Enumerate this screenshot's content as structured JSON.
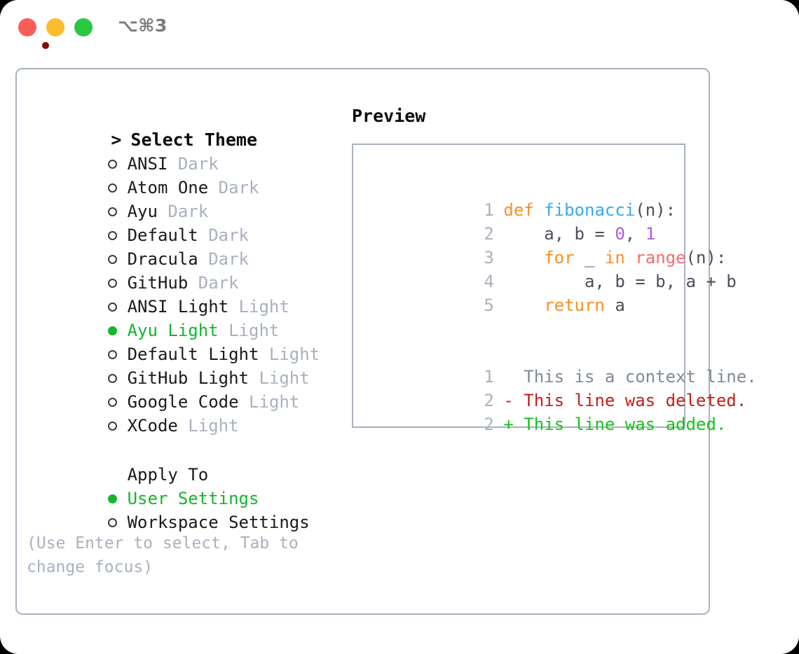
{
  "window": {
    "title": "⌥⌘3",
    "traffic_lights": [
      {
        "name": "close",
        "color": "#fa5e57"
      },
      {
        "name": "minimize",
        "color": "#fdbc2e"
      },
      {
        "name": "maximize",
        "color": "#28c841"
      }
    ]
  },
  "theme_picker": {
    "header_marker": ">",
    "header_label": "Select Theme",
    "items": [
      {
        "marker": "○",
        "label": "ANSI",
        "variant": "Dark",
        "selected": false
      },
      {
        "marker": "○",
        "label": "Atom One",
        "variant": "Dark",
        "selected": false
      },
      {
        "marker": "○",
        "label": "Ayu",
        "variant": "Dark",
        "selected": false
      },
      {
        "marker": "○",
        "label": "Default",
        "variant": "Dark",
        "selected": false
      },
      {
        "marker": "○",
        "label": "Dracula",
        "variant": "Dark",
        "selected": false
      },
      {
        "marker": "○",
        "label": "GitHub",
        "variant": "Dark",
        "selected": false
      },
      {
        "marker": "○",
        "label": "ANSI Light",
        "variant": "Light",
        "selected": false
      },
      {
        "marker": "●",
        "label": "Ayu Light",
        "variant": "Light",
        "selected": true
      },
      {
        "marker": "○",
        "label": "Default Light",
        "variant": "Light",
        "selected": false
      },
      {
        "marker": "○",
        "label": "GitHub Light",
        "variant": "Light",
        "selected": false
      },
      {
        "marker": "○",
        "label": "Google Code",
        "variant": "Light",
        "selected": false
      },
      {
        "marker": "○",
        "label": "XCode",
        "variant": "Light",
        "selected": false
      }
    ]
  },
  "apply_to": {
    "heading": "Apply To",
    "options": [
      {
        "marker": "●",
        "label": "User Settings",
        "selected": true
      },
      {
        "marker": "○",
        "label": "Workspace Settings",
        "selected": false
      }
    ]
  },
  "hint": "(Use Enter to select, Tab to change focus)",
  "preview": {
    "title": "Preview",
    "code_lines": [
      {
        "n": "1",
        "tokens": [
          {
            "t": "def",
            "c": "kw"
          },
          {
            "t": " ",
            "c": "pl"
          },
          {
            "t": "fibonacci",
            "c": "fn"
          },
          {
            "t": "(n):",
            "c": "pl"
          }
        ]
      },
      {
        "n": "2",
        "tokens": [
          {
            "t": "    a, b = ",
            "c": "pl"
          },
          {
            "t": "0",
            "c": "num"
          },
          {
            "t": ", ",
            "c": "pl"
          },
          {
            "t": "1",
            "c": "num"
          }
        ]
      },
      {
        "n": "3",
        "tokens": [
          {
            "t": "    ",
            "c": "pl"
          },
          {
            "t": "for",
            "c": "kw"
          },
          {
            "t": " _ ",
            "c": "pl"
          },
          {
            "t": "in",
            "c": "kw"
          },
          {
            "t": " ",
            "c": "pl"
          },
          {
            "t": "range",
            "c": "bi"
          },
          {
            "t": "(n):",
            "c": "pl"
          }
        ]
      },
      {
        "n": "4",
        "tokens": [
          {
            "t": "        a, b = b, a + b",
            "c": "pl"
          }
        ]
      },
      {
        "n": "5",
        "tokens": [
          {
            "t": "    ",
            "c": "pl"
          },
          {
            "t": "return",
            "c": "kw"
          },
          {
            "t": " a",
            "c": "pl"
          }
        ]
      }
    ],
    "diff_lines": [
      {
        "n": "1",
        "sign": " ",
        "text": "  This is a context line.",
        "c": "ctx"
      },
      {
        "n": "2",
        "sign": " ",
        "text": "- This line was deleted.",
        "c": "del"
      },
      {
        "n": "2",
        "sign": " ",
        "text": "+ This line was added.",
        "c": "add"
      }
    ]
  },
  "colors": {
    "accent_green": "#15b52e",
    "muted": "#a9b1bd",
    "border": "#aab2bf",
    "keyword": "#f79024",
    "function": "#38a9f0",
    "number": "#a95eea",
    "builtin": "#f76b6b",
    "diff_deleted": "#c0201b",
    "diff_added": "#14c41c"
  }
}
